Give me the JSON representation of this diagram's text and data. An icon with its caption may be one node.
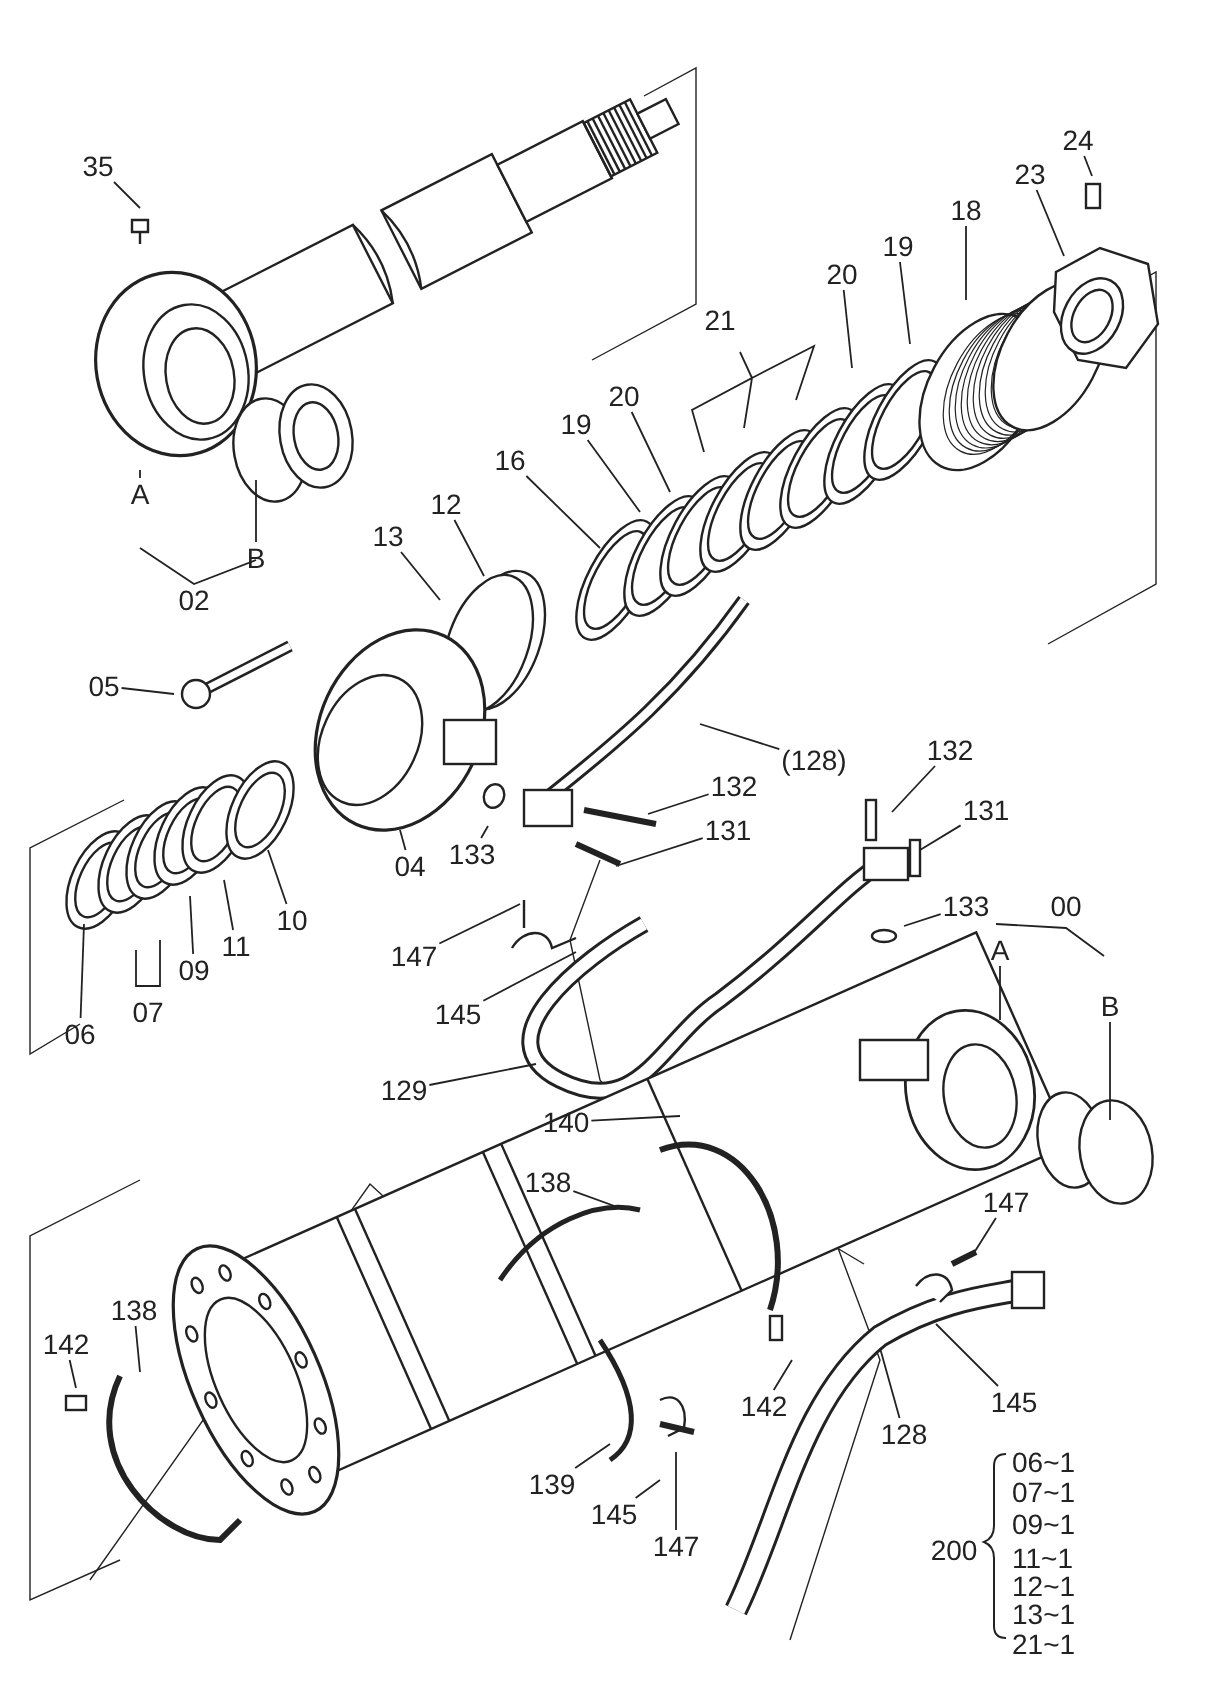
{
  "diagram": {
    "nodes": [
      {
        "text": [
          "24"
        ]
      },
      {
        "text": [
          "35"
        ]
      },
      {
        "text": [
          "23"
        ]
      },
      {
        "text": [
          "18"
        ]
      },
      {
        "text": [
          "19"
        ]
      },
      {
        "text": [
          "20"
        ]
      },
      {
        "text": [
          "20"
        ]
      },
      {
        "text": [
          "19"
        ]
      },
      {
        "text": [
          "A"
        ]
      },
      {
        "text": [
          "16"
        ]
      },
      {
        "text": [
          "12"
        ]
      },
      {
        "text": [
          "B"
        ]
      },
      {
        "text": [
          "13"
        ]
      },
      {
        "text": [
          "05"
        ]
      },
      {
        "text": [
          "(128)"
        ]
      },
      {
        "text": [
          "132"
        ]
      },
      {
        "text": [
          "132"
        ]
      },
      {
        "text": [
          "131"
        ]
      },
      {
        "text": [
          "131"
        ]
      },
      {
        "text": [
          "133"
        ]
      },
      {
        "text": [
          "04"
        ]
      },
      {
        "text": [
          "133"
        ]
      },
      {
        "text": [
          "10"
        ]
      },
      {
        "text": [
          "11"
        ]
      },
      {
        "text": [
          "A"
        ]
      },
      {
        "text": [
          "147"
        ]
      },
      {
        "text": [
          "09"
        ]
      },
      {
        "text": [
          "B"
        ]
      },
      {
        "text": [
          "145"
        ]
      },
      {
        "text": [
          "06"
        ]
      },
      {
        "text": [
          "129"
        ]
      },
      {
        "text": [
          "140"
        ]
      },
      {
        "text": [
          "138"
        ]
      },
      {
        "text": [
          "147"
        ]
      },
      {
        "text": [
          "138"
        ]
      },
      {
        "text": [
          "142"
        ]
      },
      {
        "text": [
          "142"
        ]
      },
      {
        "text": [
          "145"
        ]
      },
      {
        "text": [
          "128"
        ]
      },
      {
        "text": [
          "139"
        ]
      },
      {
        "text": [
          "145"
        ]
      },
      {
        "text": [
          "147"
        ]
      }
    ],
    "edges": [
      {
        "from": 0,
        "to": null,
        "arrow": "none"
      },
      {
        "from": 1,
        "to": null,
        "arrow": "none"
      },
      {
        "from": 2,
        "to": null,
        "arrow": "none"
      },
      {
        "from": 3,
        "to": null,
        "arrow": "none"
      },
      {
        "from": 4,
        "to": null,
        "arrow": "none"
      },
      {
        "from": 5,
        "to": null,
        "arrow": "none"
      },
      {
        "from": 6,
        "to": null,
        "arrow": "none"
      },
      {
        "from": 7,
        "to": null,
        "arrow": "none"
      },
      {
        "from": 8,
        "to": null,
        "arrow": "none"
      },
      {
        "from": 9,
        "to": null,
        "arrow": "none"
      },
      {
        "from": 10,
        "to": null,
        "arrow": "none"
      },
      {
        "from": 11,
        "to": null,
        "arrow": "none"
      },
      {
        "from": 12,
        "to": null,
        "arrow": "none"
      },
      {
        "from": 13,
        "to": null,
        "arrow": "none"
      },
      {
        "from": 14,
        "to": null,
        "arrow": "none"
      },
      {
        "from": 15,
        "to": null,
        "arrow": "none"
      },
      {
        "from": 16,
        "to": null,
        "arrow": "none"
      },
      {
        "from": 17,
        "to": null,
        "arrow": "none"
      },
      {
        "from": 18,
        "to": null,
        "arrow": "none"
      },
      {
        "from": 19,
        "to": null,
        "arrow": "none"
      },
      {
        "from": 20,
        "to": null,
        "arrow": "none"
      },
      {
        "from": 21,
        "to": null,
        "arrow": "none"
      },
      {
        "from": 22,
        "to": null,
        "arrow": "none"
      },
      {
        "from": 23,
        "to": null,
        "arrow": "none"
      },
      {
        "from": 24,
        "to": null,
        "arrow": "none"
      },
      {
        "from": 25,
        "to": null,
        "arrow": "none"
      },
      {
        "from": 26,
        "to": null,
        "arrow": "none"
      },
      {
        "from": 27,
        "to": null,
        "arrow": "none"
      },
      {
        "from": 28,
        "to": null,
        "arrow": "none"
      },
      {
        "from": 29,
        "to": null,
        "arrow": "none"
      },
      {
        "from": 30,
        "to": null,
        "arrow": "none"
      },
      {
        "from": 31,
        "to": null,
        "arrow": "none"
      },
      {
        "from": 32,
        "to": null,
        "arrow": "none"
      },
      {
        "from": 33,
        "to": null,
        "arrow": "none"
      },
      {
        "from": 34,
        "to": null,
        "arrow": "none"
      },
      {
        "from": 35,
        "to": null,
        "arrow": "none"
      },
      {
        "from": 36,
        "to": null,
        "arrow": "none"
      },
      {
        "from": 37,
        "to": null,
        "arrow": "none"
      },
      {
        "from": 38,
        "to": null,
        "arrow": "none"
      },
      {
        "from": 39,
        "to": null,
        "arrow": "none"
      },
      {
        "from": 40,
        "to": null,
        "arrow": "none"
      },
      {
        "from": 41,
        "to": null,
        "arrow": "none"
      }
    ],
    "labels": [
      "21",
      "02",
      "00",
      "07",
      "200",
      "06~1",
      "07~1",
      "09~1",
      "11~1",
      "12~1",
      "13~1",
      "21~1"
    ]
  }
}
